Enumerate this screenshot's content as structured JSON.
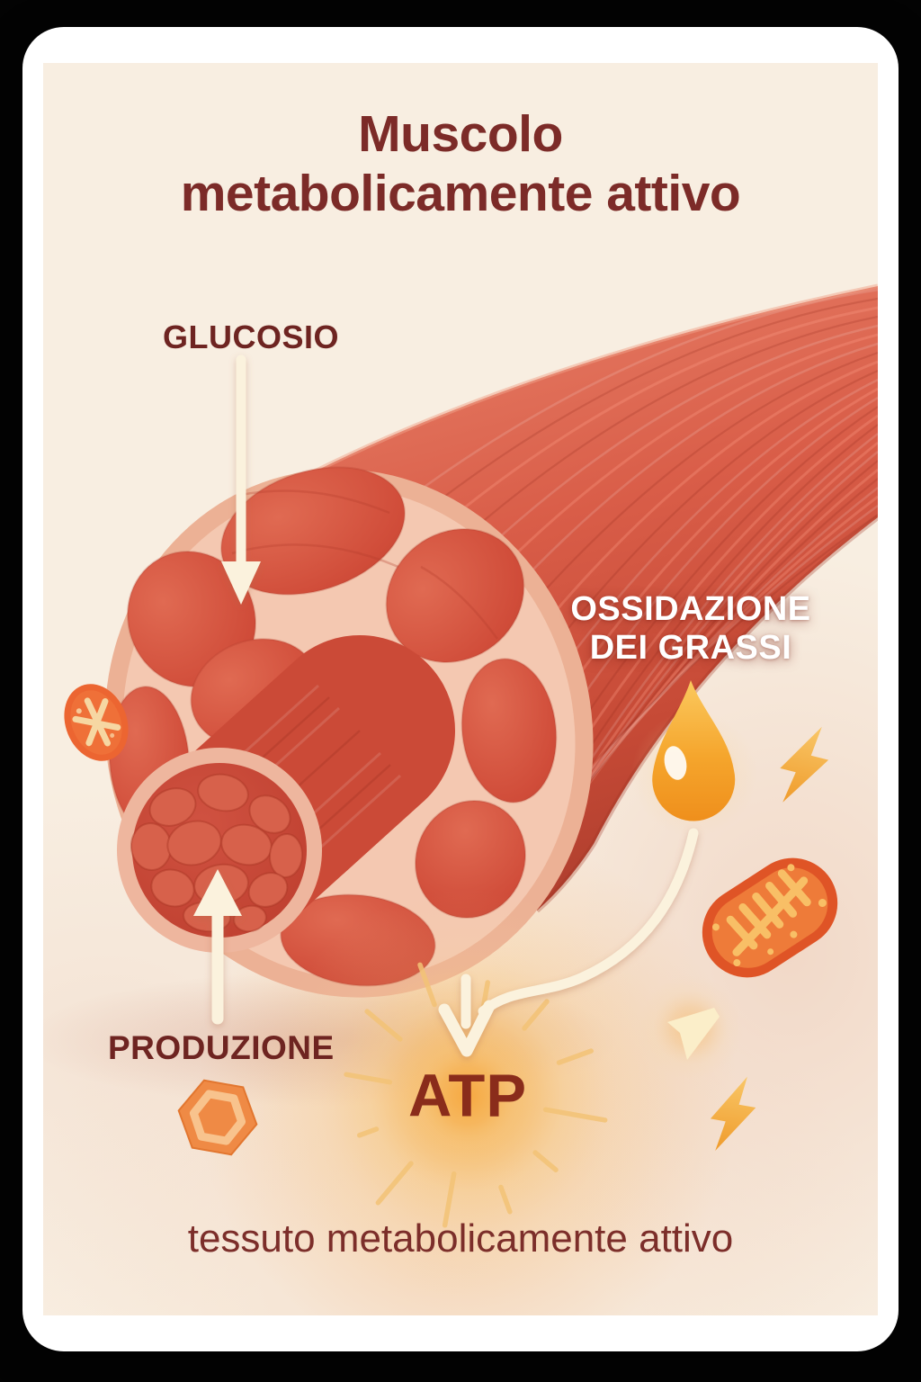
{
  "title": {
    "line1": "Muscolo",
    "line2": "metabolicamente attivo"
  },
  "labels": {
    "glucose": "GLUCOSIO",
    "fat_oxidation": {
      "line1": "OSSIDAZIONE",
      "line2": "DEI GRASSI"
    },
    "production": "PRODUZIONE",
    "atp": "ATP"
  },
  "caption": "tessuto metabolicamente attivo",
  "colors": {
    "page_background": "#000000",
    "card_background": "#ffffff",
    "canvas_background": "#f8eee1",
    "title_text": "#7c2b28",
    "label_text": "#6e2421",
    "fat_oxidation_text": "#ffffff",
    "atp_text": "#8a2c1b",
    "caption_text": "#7c2e2a",
    "muscle_red": "#d95d48",
    "muscle_dark_red": "#b2402f",
    "muscle_rim_salmon": "#ecb195",
    "arrow_cream": "#fbf2dd",
    "accent_orange": "#f5a52c",
    "glow_orange": "#f6a840"
  },
  "icons": {
    "fat-droplet-icon": "orange oil drop",
    "lightning-icon": "orange lightning bolt",
    "mitochondrion-icon": "orange mitochondrion with cristae",
    "organelle-icon": "orange oval organelle with star pattern",
    "glucose-molecule-icon": "orange hexagon molecule",
    "sparkle-icon": "cream spark flick",
    "glucose-down-arrow": "cream arrow pointing down",
    "production-up-arrow": "cream arrow pointing up",
    "atp-down-arrow": "cream arrow pointing down to ATP",
    "fat-curved-arrow": "cream curved arrow from droplet to ATP"
  }
}
